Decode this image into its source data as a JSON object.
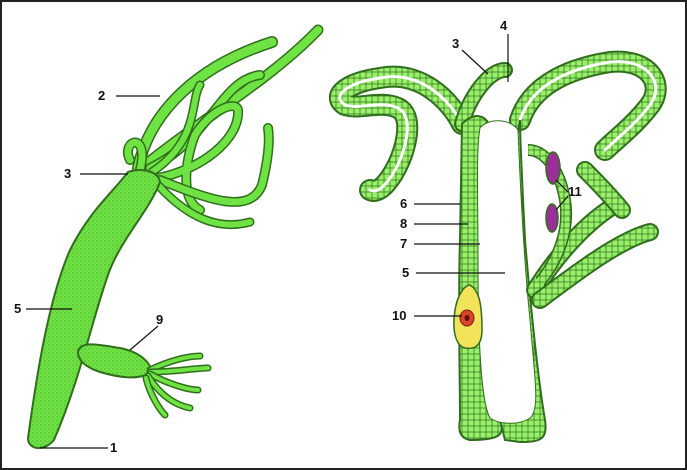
{
  "figure": {
    "left_panel": {
      "labels": [
        "1",
        "2",
        "3",
        "5",
        "9"
      ]
    },
    "right_panel": {
      "labels": [
        "3",
        "4",
        "5",
        "6",
        "7",
        "8",
        "10",
        "11"
      ]
    }
  },
  "colors": {
    "ectoderm": "#66e03a",
    "body_light": "#7be84a",
    "outline": "#2f6f1c",
    "mesoglea": "#2f6f1c",
    "cavity": "#ffffff",
    "egg": "#f3e35a",
    "egg_nucleus": "#d8442a",
    "testes": "#9a2f9a",
    "label_line": "#111111",
    "border": "#222222"
  },
  "icons": [
    "hydra-external-view",
    "hydra-longitudinal-section"
  ]
}
